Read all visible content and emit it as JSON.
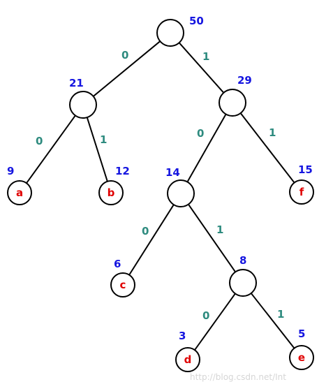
{
  "colors": {
    "weight": "#1515e0",
    "bit": "#2e8b7f",
    "leaf_label": "#e00000",
    "edge": "#000000",
    "node_fill": "#ffffff"
  },
  "nodes": [
    {
      "id": "root",
      "weight": "50",
      "label": ""
    },
    {
      "id": "n21",
      "weight": "21",
      "label": ""
    },
    {
      "id": "n29",
      "weight": "29",
      "label": ""
    },
    {
      "id": "a",
      "weight": "9",
      "label": "a"
    },
    {
      "id": "b",
      "weight": "12",
      "label": "b"
    },
    {
      "id": "n14",
      "weight": "14",
      "label": ""
    },
    {
      "id": "f",
      "weight": "15",
      "label": "f"
    },
    {
      "id": "c",
      "weight": "6",
      "label": "c"
    },
    {
      "id": "n8",
      "weight": "8",
      "label": ""
    },
    {
      "id": "d",
      "weight": "3",
      "label": "d"
    },
    {
      "id": "e",
      "weight": "5",
      "label": "e"
    }
  ],
  "edges": [
    {
      "from": "root",
      "to": "n21",
      "bit": "0"
    },
    {
      "from": "root",
      "to": "n29",
      "bit": "1"
    },
    {
      "from": "n21",
      "to": "a",
      "bit": "0"
    },
    {
      "from": "n21",
      "to": "b",
      "bit": "1"
    },
    {
      "from": "n29",
      "to": "n14",
      "bit": "0"
    },
    {
      "from": "n29",
      "to": "f",
      "bit": "1"
    },
    {
      "from": "n14",
      "to": "c",
      "bit": "0"
    },
    {
      "from": "n14",
      "to": "n8",
      "bit": "1"
    },
    {
      "from": "n8",
      "to": "d",
      "bit": "0"
    },
    {
      "from": "n8",
      "to": "e",
      "bit": "1"
    }
  ],
  "watermark": "http://blog.csdn.net/Int"
}
